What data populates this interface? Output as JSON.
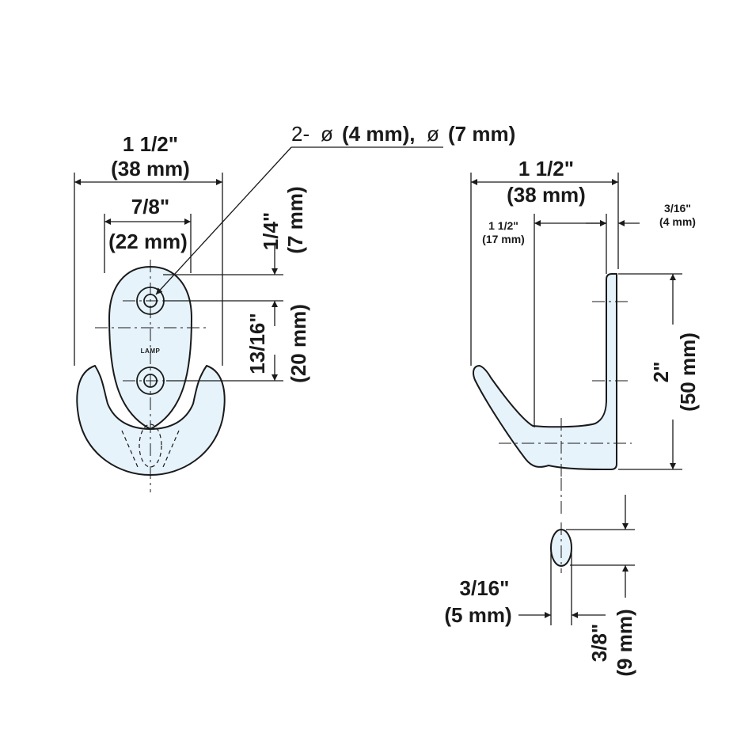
{
  "callout": {
    "holes_a": "2-",
    "dia_symbol": "ø",
    "holes_b": "(4 mm),",
    "holes_c": "(7 mm)"
  },
  "logo": "LAMP",
  "front_view": {
    "overall_width_in": "1 1/2\"",
    "overall_width_mm": "(38 mm)",
    "hole_spacing_width_in": "7/8\"",
    "hole_spacing_width_mm": "(22 mm)",
    "top_offset_in": "1/4\"",
    "top_offset_mm": "(7 mm)",
    "hole_pitch_in": "13/16\"",
    "hole_pitch_mm": "(20 mm)"
  },
  "side_view": {
    "overall_depth_in": "1 1/2\"",
    "overall_depth_mm": "(38 mm)",
    "inner_depth_in": "1 1/2\"",
    "inner_depth_mm": "(17 mm)",
    "plate_thickness_in": "3/16\"",
    "plate_thickness_mm": "(4 mm)",
    "height_in": "2\"",
    "height_mm": "(50 mm)"
  },
  "section_view": {
    "width_in": "3/16\"",
    "width_mm": "(5 mm)",
    "height_in": "3/8\"",
    "height_mm": "(9 mm)"
  }
}
